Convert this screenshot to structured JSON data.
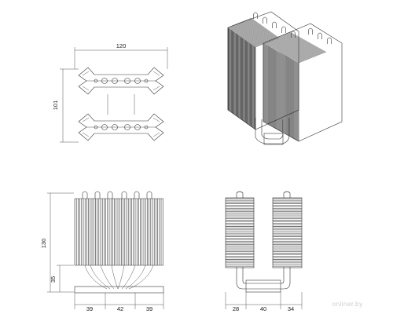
{
  "top_view": {
    "width_label": "120",
    "height_label": "101"
  },
  "front_view": {
    "height_label": "130",
    "base_label": "35",
    "bottom_labels": [
      "39",
      "42",
      "39"
    ]
  },
  "side_view": {
    "bottom_labels": [
      "28",
      "40",
      "34"
    ]
  },
  "watermark": "onliner.by"
}
